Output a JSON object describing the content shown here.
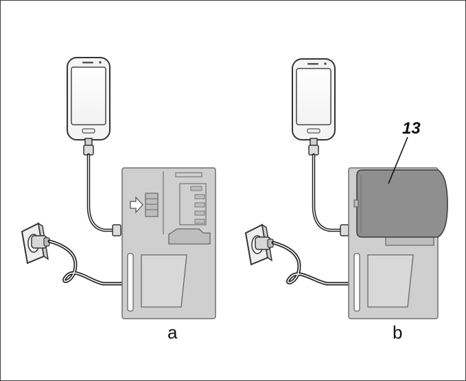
{
  "labels": {
    "panel_a": "a",
    "panel_b": "b",
    "callout_13": "13"
  },
  "colors": {
    "frame": "#3a3a3a",
    "device_fill": "#cfcfcf",
    "device_stroke": "#6e6e6e",
    "battery_fill": "#8f8f8f",
    "line": "#222222"
  },
  "icons": {
    "phone": "smartphone-icon",
    "plug": "wall-socket-icon",
    "arrow": "insert-arrow-icon"
  }
}
